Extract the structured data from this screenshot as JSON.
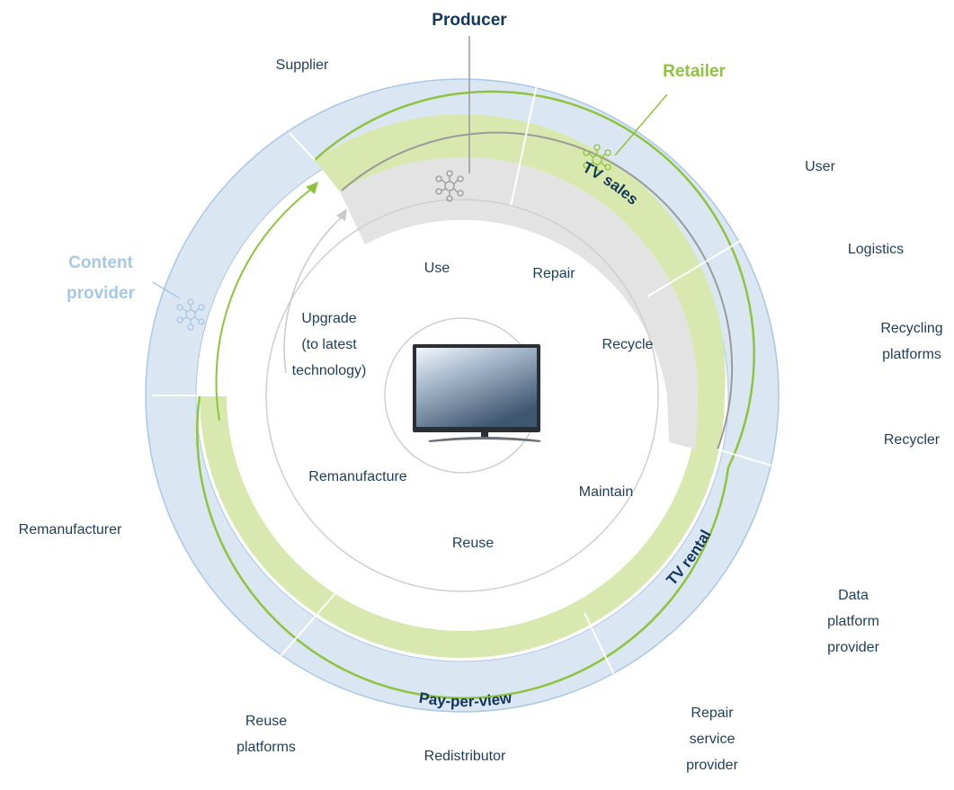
{
  "roles": {
    "producer": "Producer",
    "retailer": "Retailer",
    "content_provider": [
      "Content",
      "provider"
    ]
  },
  "business_models": {
    "tv_sales": "TV sales",
    "tv_rental": "TV rental",
    "pay_per_view": "Pay-per-view"
  },
  "actors": {
    "supplier": "Supplier",
    "user": "User",
    "logistics": "Logistics",
    "recycling_platforms": [
      "Recycling",
      "platforms"
    ],
    "recycler": "Recycler",
    "data_platform_provider": [
      "Data",
      "platform",
      "provider"
    ],
    "repair_service_provider": [
      "Repair",
      "service",
      "provider"
    ],
    "redistributor": "Redistributor",
    "reuse_platforms": [
      "Reuse",
      "platforms"
    ],
    "remanufacturer": "Remanufacturer"
  },
  "strategies": {
    "use": "Use",
    "repair": "Repair",
    "upgrade": [
      "Upgrade",
      "(to latest",
      "technology)"
    ],
    "recycle": "Recycle",
    "remanufacture": "Remanufacture",
    "maintain": "Maintain",
    "reuse": "Reuse"
  },
  "colors": {
    "actor_ring": "#dbe6f3",
    "actor_ring_edge": "#a9c8e6",
    "green_band": "#d8e8ae",
    "green_line": "#8ec43d",
    "grey_band": "#e3e3e3",
    "grey_line": "#9a9a9a",
    "dark_text": "#1e3d5a",
    "producer_title": "#12355b",
    "content_provider": "#a7c8e6"
  }
}
